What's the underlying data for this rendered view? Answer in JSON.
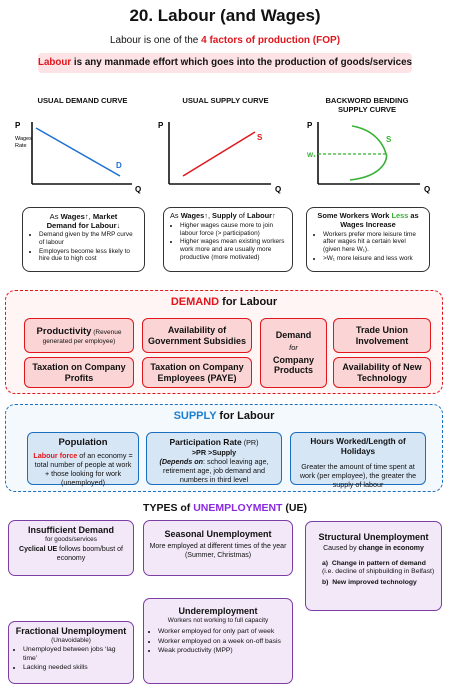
{
  "title": "20. Labour (and Wages)",
  "intro": {
    "prefix": "Labour is one of the ",
    "highlight": "4 factors of production (FOP)"
  },
  "definition": {
    "word": "Labour",
    "mid": " is any manmade effort which goes into the ",
    "end": "production of goods/services"
  },
  "curves": [
    {
      "title": "USUAL DEMAND CURVE",
      "p": "P",
      "q": "Q",
      "yl": "Wages Rate",
      "line": "D",
      "color": "#1b6fd1"
    },
    {
      "title": "USUAL SUPPLY CURVE",
      "p": "P",
      "q": "Q",
      "line": "S",
      "color": "#e0161c"
    },
    {
      "title": "BACKWORD BENDING SUPPLY CURVE",
      "p": "P",
      "q": "Q",
      "w1": "W₁",
      "line": "S",
      "color": "#34b233"
    }
  ],
  "curve_boxes": {
    "demand": {
      "l1": "As Wages↑, Market",
      "l2": "Demand for Labour↓",
      "items": [
        "Demand given by the MRP curve of labour",
        "Employers become less likely to hire due to high cost"
      ]
    },
    "supply": {
      "l1": "As Wages↑, Supply of Labour↑",
      "items": [
        "Higher wages cause more to join labour force (> participation)",
        "Higher wages mean existing workers work more and are usually more productive (more motivated)"
      ]
    },
    "backward": {
      "l1a": "Some Workers Work ",
      "l1b": "Less",
      "l1c": " as",
      "l2": "Wages Increase",
      "items": [
        "Workers prefer more leisure time after wages hit a certain level (given here W₁).",
        ">W₁ more leisure and less work"
      ]
    }
  },
  "demand_section": {
    "title_a": "DEMAND",
    "title_b": " for Labour",
    "productivity": {
      "main": "Productivity",
      "sub1": " (Revenue",
      "sub2": "generated per employee)"
    },
    "subsidies": "Availability of Government Subsidies",
    "company_demand": {
      "a": "Demand",
      "b": "for",
      "c": "Company Products"
    },
    "trade_union": "Trade Union Involvement",
    "taxation_profits": "Taxation on Company Profits",
    "taxation_paye": "Taxation on Company Employees (PAYE)",
    "technology": "Availability of New Technology"
  },
  "supply_section": {
    "title_a": "SUPPLY",
    "title_b": " for Labour",
    "population": {
      "title": "Population",
      "red": "Labour force",
      "text": " of an economy = total number of people at work + those looking for work (unemployed)"
    },
    "participation": {
      "title": "Participation Rate",
      "abbr": " (PR)",
      "rule": ">PR  >Supply",
      "depends": "(Depends on",
      "text": ": school leaving age, retirement age, job demand and numbers in third level"
    },
    "hours": {
      "title": "Hours Worked/Length of Holidays",
      "text": "Greater the amount of time spent at work (per employee), the greater the supply of labour"
    }
  },
  "unemployment": {
    "title_a": "TYPES of ",
    "title_b": "UNEMPLOYMENT",
    "title_c": " (UE)",
    "insufficient": {
      "title": "Insufficient Demand",
      "sub": "for goods/services",
      "bold": "Cyclical UE",
      "text": " follows boom/bust of economy"
    },
    "fractional": {
      "title": "Fractional Unemployment",
      "sub": "(Unavoidable)",
      "items": [
        "Unemployed between jobs ‘lag time’",
        "Lacking needed skills"
      ]
    },
    "seasonal": {
      "title": "Seasonal Unemployment",
      "text": "More employed at different times of the year (Summer, Christmas)"
    },
    "under": {
      "title": "Underemployment",
      "sub": "Workers not working to full capacity",
      "items": [
        "Worker employed for only part of week",
        "Worker employed on a week on-off basis",
        "Weak productivity (MPP)"
      ]
    },
    "structural": {
      "title": "Structural Unemployment",
      "sub_a": "Caused by ",
      "sub_b": "change in economy",
      "a_bold": "Change in pattern of demand",
      "a_text": " (i.e. decline of shipbuilding in Belfast)",
      "b_bold": "New improved technology"
    }
  }
}
